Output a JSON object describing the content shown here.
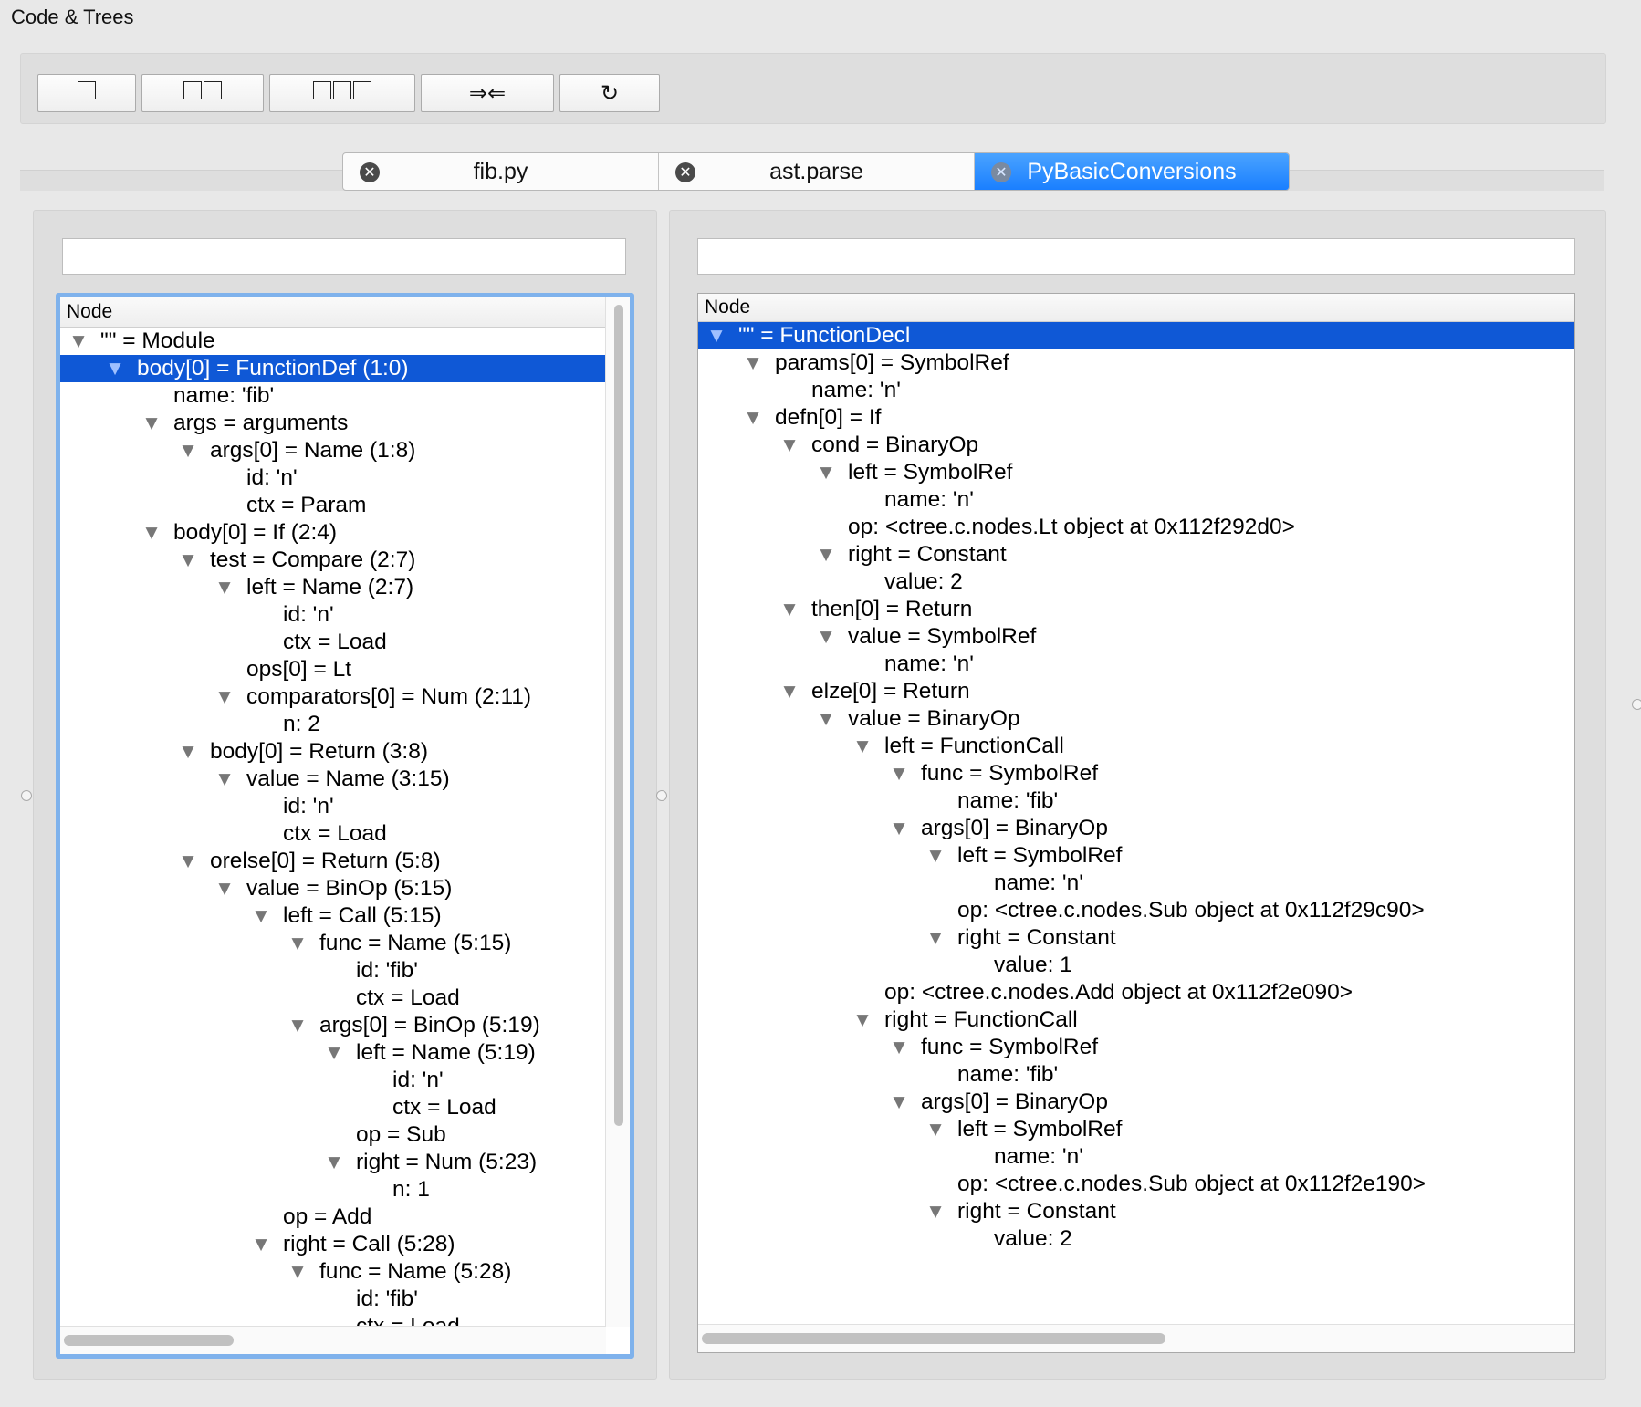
{
  "window": {
    "title": "Code & Trees"
  },
  "toolbar": {
    "buttons": [
      {
        "name": "layout-one-pane-button",
        "icon": "single-pane-icon",
        "label": "",
        "panes": 1
      },
      {
        "name": "layout-two-panes-button",
        "icon": "two-pane-icon",
        "label": "",
        "panes": 2
      },
      {
        "name": "layout-three-panes-button",
        "icon": "three-pane-icon",
        "label": "",
        "panes": 3
      },
      {
        "name": "sync-panes-button",
        "icon": "arrows-inward-icon",
        "label": "⇒⇐"
      },
      {
        "name": "refresh-button",
        "icon": "refresh-icon",
        "label": "↻"
      }
    ]
  },
  "tabs": [
    {
      "label": "fib.py",
      "active": false,
      "close_icon": "close-circle-icon"
    },
    {
      "label": "ast.parse",
      "active": false,
      "close_icon": "close-circle-icon"
    },
    {
      "label": "PyBasicConversions",
      "active": true,
      "close_icon": "close-circle-icon"
    }
  ],
  "colors": {
    "selection": "#0f58d6",
    "tab_active": "#1a7fff",
    "focus_ring": "#7fb2ec"
  },
  "left_pane": {
    "filter_value": "",
    "column_header": "Node",
    "rows": [
      {
        "depth": 0,
        "exp": true,
        "text": "\"\" = Module"
      },
      {
        "depth": 1,
        "exp": true,
        "text": "body[0] = FunctionDef (1:0)",
        "selected": true
      },
      {
        "depth": 2,
        "exp": false,
        "text": "name: 'fib'"
      },
      {
        "depth": 2,
        "exp": true,
        "text": "args = arguments"
      },
      {
        "depth": 3,
        "exp": true,
        "text": "args[0] = Name (1:8)"
      },
      {
        "depth": 4,
        "exp": false,
        "text": "id: 'n'"
      },
      {
        "depth": 4,
        "exp": false,
        "text": "ctx = Param"
      },
      {
        "depth": 2,
        "exp": true,
        "text": "body[0] = If (2:4)"
      },
      {
        "depth": 3,
        "exp": true,
        "text": "test = Compare (2:7)"
      },
      {
        "depth": 4,
        "exp": true,
        "text": "left = Name (2:7)"
      },
      {
        "depth": 5,
        "exp": false,
        "text": "id: 'n'"
      },
      {
        "depth": 5,
        "exp": false,
        "text": "ctx = Load"
      },
      {
        "depth": 4,
        "exp": false,
        "text": "ops[0] = Lt"
      },
      {
        "depth": 4,
        "exp": true,
        "text": "comparators[0] = Num (2:11)"
      },
      {
        "depth": 5,
        "exp": false,
        "text": "n: 2"
      },
      {
        "depth": 3,
        "exp": true,
        "text": "body[0] = Return (3:8)"
      },
      {
        "depth": 4,
        "exp": true,
        "text": "value = Name (3:15)"
      },
      {
        "depth": 5,
        "exp": false,
        "text": "id: 'n'"
      },
      {
        "depth": 5,
        "exp": false,
        "text": "ctx = Load"
      },
      {
        "depth": 3,
        "exp": true,
        "text": "orelse[0] = Return (5:8)"
      },
      {
        "depth": 4,
        "exp": true,
        "text": "value = BinOp (5:15)"
      },
      {
        "depth": 5,
        "exp": true,
        "text": "left = Call (5:15)"
      },
      {
        "depth": 6,
        "exp": true,
        "text": "func = Name (5:15)"
      },
      {
        "depth": 7,
        "exp": false,
        "text": "id: 'fib'"
      },
      {
        "depth": 7,
        "exp": false,
        "text": "ctx = Load"
      },
      {
        "depth": 6,
        "exp": true,
        "text": "args[0] = BinOp (5:19)"
      },
      {
        "depth": 7,
        "exp": true,
        "text": "left = Name (5:19)"
      },
      {
        "depth": 8,
        "exp": false,
        "text": "id: 'n'"
      },
      {
        "depth": 8,
        "exp": false,
        "text": "ctx = Load"
      },
      {
        "depth": 7,
        "exp": false,
        "text": "op = Sub"
      },
      {
        "depth": 7,
        "exp": true,
        "text": "right = Num (5:23)"
      },
      {
        "depth": 8,
        "exp": false,
        "text": "n: 1"
      },
      {
        "depth": 5,
        "exp": false,
        "text": "op = Add"
      },
      {
        "depth": 5,
        "exp": true,
        "text": "right = Call (5:28)"
      },
      {
        "depth": 6,
        "exp": true,
        "text": "func = Name (5:28)"
      },
      {
        "depth": 7,
        "exp": false,
        "text": "id: 'fib'"
      },
      {
        "depth": 7,
        "exp": false,
        "text": "ctx = Load"
      }
    ]
  },
  "right_pane": {
    "filter_value": "",
    "column_header": "Node",
    "rows": [
      {
        "depth": 0,
        "exp": true,
        "text": "\"\" = FunctionDecl",
        "selected": true
      },
      {
        "depth": 1,
        "exp": true,
        "text": "params[0] = SymbolRef"
      },
      {
        "depth": 2,
        "exp": false,
        "text": "name: 'n'"
      },
      {
        "depth": 1,
        "exp": true,
        "text": "defn[0] = If"
      },
      {
        "depth": 2,
        "exp": true,
        "text": "cond = BinaryOp"
      },
      {
        "depth": 3,
        "exp": true,
        "text": "left = SymbolRef"
      },
      {
        "depth": 4,
        "exp": false,
        "text": "name: 'n'"
      },
      {
        "depth": 3,
        "exp": false,
        "text": "op: <ctree.c.nodes.Lt object at 0x112f292d0>"
      },
      {
        "depth": 3,
        "exp": true,
        "text": "right = Constant"
      },
      {
        "depth": 4,
        "exp": false,
        "text": "value: 2"
      },
      {
        "depth": 2,
        "exp": true,
        "text": "then[0] = Return"
      },
      {
        "depth": 3,
        "exp": true,
        "text": "value = SymbolRef"
      },
      {
        "depth": 4,
        "exp": false,
        "text": "name: 'n'"
      },
      {
        "depth": 2,
        "exp": true,
        "text": "elze[0] = Return"
      },
      {
        "depth": 3,
        "exp": true,
        "text": "value = BinaryOp"
      },
      {
        "depth": 4,
        "exp": true,
        "text": "left = FunctionCall"
      },
      {
        "depth": 5,
        "exp": true,
        "text": "func = SymbolRef"
      },
      {
        "depth": 6,
        "exp": false,
        "text": "name: 'fib'"
      },
      {
        "depth": 5,
        "exp": true,
        "text": "args[0] = BinaryOp"
      },
      {
        "depth": 6,
        "exp": true,
        "text": "left = SymbolRef"
      },
      {
        "depth": 7,
        "exp": false,
        "text": "name: 'n'"
      },
      {
        "depth": 6,
        "exp": false,
        "text": "op: <ctree.c.nodes.Sub object at 0x112f29c90>"
      },
      {
        "depth": 6,
        "exp": true,
        "text": "right = Constant"
      },
      {
        "depth": 7,
        "exp": false,
        "text": "value: 1"
      },
      {
        "depth": 4,
        "exp": false,
        "text": "op: <ctree.c.nodes.Add object at 0x112f2e090>"
      },
      {
        "depth": 4,
        "exp": true,
        "text": "right = FunctionCall"
      },
      {
        "depth": 5,
        "exp": true,
        "text": "func = SymbolRef"
      },
      {
        "depth": 6,
        "exp": false,
        "text": "name: 'fib'"
      },
      {
        "depth": 5,
        "exp": true,
        "text": "args[0] = BinaryOp"
      },
      {
        "depth": 6,
        "exp": true,
        "text": "left = SymbolRef"
      },
      {
        "depth": 7,
        "exp": false,
        "text": "name: 'n'"
      },
      {
        "depth": 6,
        "exp": false,
        "text": "op: <ctree.c.nodes.Sub object at 0x112f2e190>"
      },
      {
        "depth": 6,
        "exp": true,
        "text": "right = Constant"
      },
      {
        "depth": 7,
        "exp": false,
        "text": "value: 2"
      }
    ]
  }
}
